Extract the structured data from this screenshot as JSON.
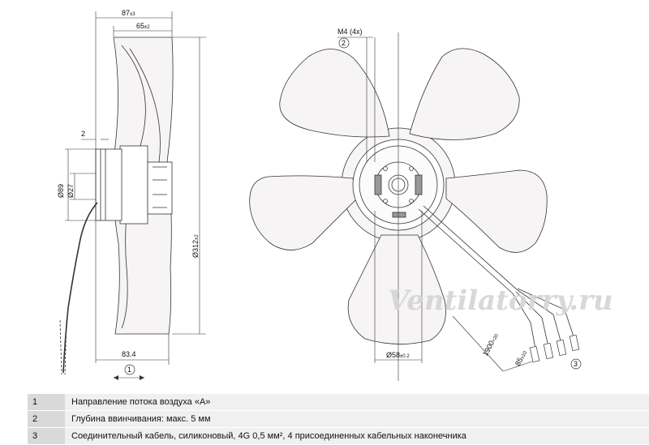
{
  "dimensions": {
    "depth_total": "87",
    "depth_total_tol": "±3",
    "depth_blade": "65",
    "depth_blade_tol": "±2",
    "flange": "2",
    "dia_89": "Ø89",
    "dia_27": "Ø27",
    "dia_312": "Ø312",
    "dia_312_tol": "±2",
    "width_83": "83.4",
    "thread": "M4 (4x)",
    "dia_58": "Ø58",
    "dia_58_tol": "±0.2",
    "cable_len": "1900",
    "cable_len_tol": "+20",
    "cable_end": "85",
    "cable_end_tol": "±10"
  },
  "callouts": {
    "c1": "1",
    "c2": "2",
    "c3": "3"
  },
  "watermark": "Ventilatorry.ru",
  "legend": [
    {
      "num": "1",
      "text": "Направление потока воздуха «A»"
    },
    {
      "num": "2",
      "text": "Глубина ввинчивания: макс. 5 мм"
    },
    {
      "num": "3",
      "text": "Соединительный кабель, силиконовый, 4G 0,5 мм², 4 присоединенных кабельных наконечника"
    }
  ],
  "colors": {
    "line": "#333333",
    "blade_fill": "#f6f4f4",
    "legend_num_bg": "#d9d9d9",
    "legend_row_bg": "#f0f0f0"
  }
}
